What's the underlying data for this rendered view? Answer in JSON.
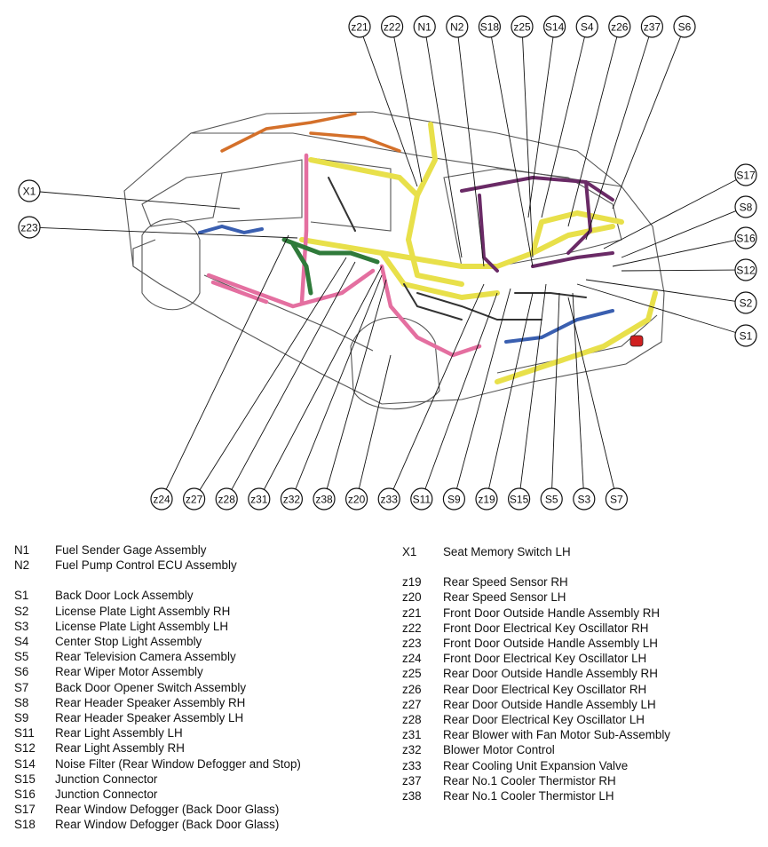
{
  "callouts": {
    "top": [
      "z21",
      "z22",
      "N1",
      "N2",
      "S18",
      "z25",
      "S14",
      "S4",
      "z26",
      "z37",
      "S6"
    ],
    "left": [
      "X1",
      "z23"
    ],
    "right": [
      "S17",
      "S8",
      "S16",
      "S12",
      "S2",
      "S1"
    ],
    "bottom": [
      "z24",
      "z27",
      "z28",
      "z31",
      "z32",
      "z38",
      "z20",
      "z33",
      "S11",
      "S9",
      "z19",
      "S15",
      "S5",
      "S3",
      "S7"
    ]
  },
  "legend": {
    "left": [
      {
        "code": "N1",
        "name": "Fuel Sender Gage Assembly"
      },
      {
        "code": "N2",
        "name": "Fuel Pump Control ECU Assembly"
      },
      {
        "code": "S1",
        "name": "Back Door Lock Assembly"
      },
      {
        "code": "S2",
        "name": "License Plate Light Assembly RH"
      },
      {
        "code": "S3",
        "name": "License Plate Light Assembly LH"
      },
      {
        "code": "S4",
        "name": "Center Stop Light Assembly"
      },
      {
        "code": "S5",
        "name": "Rear Television Camera Assembly"
      },
      {
        "code": "S6",
        "name": "Rear Wiper Motor Assembly"
      },
      {
        "code": "S7",
        "name": "Back Door Opener Switch Assembly"
      },
      {
        "code": "S8",
        "name": "Rear Header Speaker Assembly RH"
      },
      {
        "code": "S9",
        "name": "Rear Header Speaker Assembly LH"
      },
      {
        "code": "S11",
        "name": "Rear Light Assembly LH"
      },
      {
        "code": "S12",
        "name": "Rear Light Assembly RH"
      },
      {
        "code": "S14",
        "name": "Noise Filter (Rear Window Defogger and Stop)"
      },
      {
        "code": "S15",
        "name": "Junction Connector"
      },
      {
        "code": "S16",
        "name": "Junction Connector"
      },
      {
        "code": "S17",
        "name": "Rear Window Defogger (Back Door Glass)"
      },
      {
        "code": "S18",
        "name": "Rear Window Defogger (Back Door Glass)"
      }
    ],
    "right": [
      {
        "code": "X1",
        "name": "Seat Memory Switch LH"
      },
      {
        "code": "z19",
        "name": "Rear Speed Sensor RH"
      },
      {
        "code": "z20",
        "name": "Rear Speed Sensor LH"
      },
      {
        "code": "z21",
        "name": "Front Door Outside Handle Assembly RH"
      },
      {
        "code": "z22",
        "name": "Front Door Electrical Key Oscillator RH"
      },
      {
        "code": "z23",
        "name": "Front Door Outside Handle Assembly LH"
      },
      {
        "code": "z24",
        "name": "Front Door Electrical Key Oscillator LH"
      },
      {
        "code": "z25",
        "name": "Rear Door Outside Handle Assembly RH"
      },
      {
        "code": "z26",
        "name": "Rear Door Electrical Key Oscillator RH"
      },
      {
        "code": "z27",
        "name": "Rear Door Outside Handle Assembly LH"
      },
      {
        "code": "z28",
        "name": "Rear Door Electrical Key Oscillator LH"
      },
      {
        "code": "z31",
        "name": "Rear Blower with Fan Motor Sub-Assembly"
      },
      {
        "code": "z32",
        "name": "Blower Motor Control"
      },
      {
        "code": "z33",
        "name": "Rear Cooling Unit Expansion Valve"
      },
      {
        "code": "z37",
        "name": "Rear No.1 Cooler Thermistor RH"
      },
      {
        "code": "z38",
        "name": "Rear No.1 Cooler Thermistor LH"
      }
    ]
  },
  "colors": {
    "harness_yellow": "#e8e04a",
    "harness_pink": "#e46fa0",
    "harness_green": "#2f7a3a",
    "harness_purple": "#6a2a66",
    "harness_blue": "#3a5fb0",
    "harness_orange": "#d4702a",
    "connector_red": "#d02020",
    "body_line": "#444444"
  }
}
